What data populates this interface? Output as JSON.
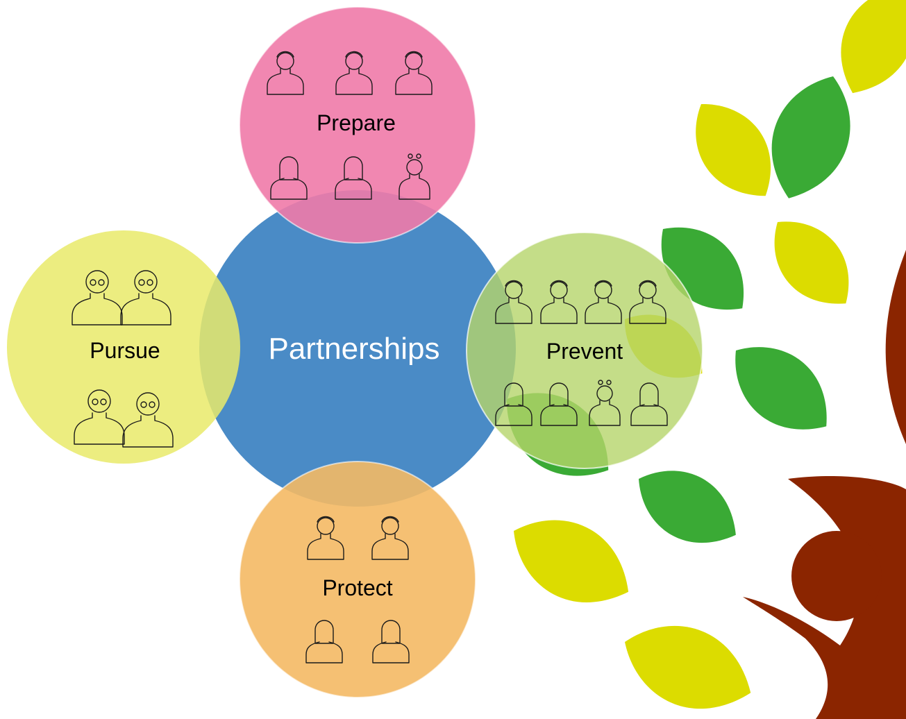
{
  "diagram": {
    "center": {
      "label": "Partnerships",
      "color": "#4a8bc6"
    },
    "circles": [
      {
        "key": "prepare",
        "label": "Prepare",
        "color": "#f07aa8"
      },
      {
        "key": "pursue",
        "label": "Pursue",
        "color": "#e9ea6a"
      },
      {
        "key": "prevent",
        "label": "Prevent",
        "color": "#b5d46a"
      },
      {
        "key": "protect",
        "label": "Protect",
        "color": "#f4b964"
      }
    ],
    "tree": {
      "leaf_colors": [
        "#dcdc00",
        "#3aaa35"
      ],
      "trunk_color": "#8b2500"
    },
    "icons": {
      "prepare": [
        "boy-icon",
        "boy-icon",
        "child-icon",
        "girl-long-hair-icon",
        "girl-icon",
        "girl-pigtails-icon"
      ],
      "pursue": [
        "older-man-glasses-icon",
        "older-woman-glasses-icon",
        "man-icon",
        "woman-icon"
      ],
      "prevent": [
        "boy-icon",
        "boy-icon",
        "child-icon",
        "boy-curly-icon",
        "girl-long-hair-icon",
        "girl-icon",
        "girl-pigtails-icon",
        "girl-curly-icon"
      ],
      "protect": [
        "boy-icon",
        "boy-icon",
        "girl-long-hair-icon",
        "girl-icon"
      ]
    }
  }
}
